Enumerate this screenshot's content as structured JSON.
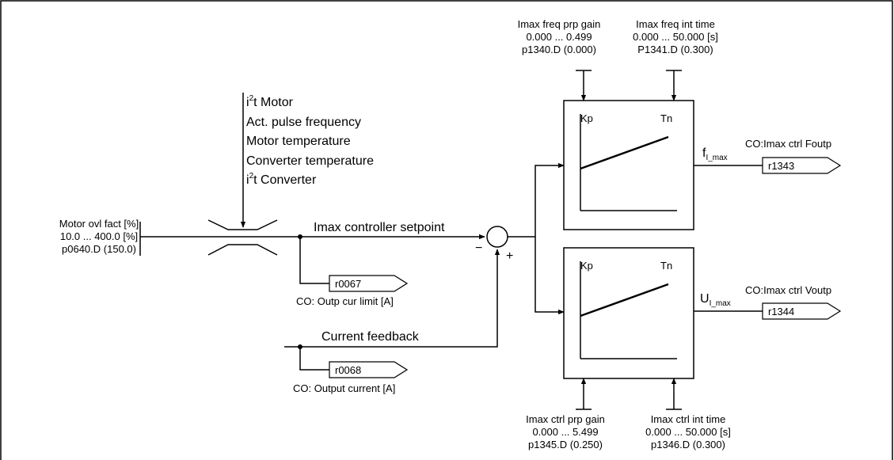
{
  "motor_ovl": {
    "label": "Motor ovl fact [%]",
    "range": "10.0 ... 400.0  [%]",
    "param": "p0640.D (150.0)"
  },
  "influences": {
    "i2t_motor_base": "i",
    "i2t_motor_sup": "2",
    "i2t_motor_rest": "t Motor",
    "pulse_frequency": "Act. pulse frequency",
    "motor_temperature": "Motor temperature",
    "converter_temperature": "Converter temperature",
    "i2t_converter_base": "i",
    "i2t_converter_sup": "2",
    "i2t_converter_rest": "t Converter"
  },
  "signals": {
    "setpoint": "Imax controller setpoint",
    "feedback": "Current feedback",
    "minus": "−",
    "plus": "+"
  },
  "connectors": {
    "r0067": {
      "id": "r0067",
      "desc": "CO: Outp cur limit [A]"
    },
    "r0068": {
      "id": "r0068",
      "desc": "CO: Output current [A]"
    },
    "r1343": {
      "id": "r1343",
      "desc": "CO:Imax ctrl Foutp"
    },
    "r1344": {
      "id": "r1344",
      "desc": "CO:Imax ctrl Voutp"
    }
  },
  "freq_controller": {
    "kp": "Kp",
    "tn": "Tn",
    "output_symbol": "f",
    "output_sub": "I_max",
    "gain": {
      "label": "Imax freq prp gain",
      "range": "0.000 ... 0.499",
      "param": "p1340.D (0.000)"
    },
    "int_time": {
      "label": "Imax freq int time",
      "range": "0.000 ... 50.000  [s]",
      "param": "P1341.D (0.300)"
    }
  },
  "volt_controller": {
    "kp": "Kp",
    "tn": "Tn",
    "output_symbol": "U",
    "output_sub": "I_max",
    "gain": {
      "label": "Imax ctrl prp gain",
      "range": "0.000 ... 5.499",
      "param": "p1345.D (0.250)"
    },
    "int_time": {
      "label": "Imax ctrl int time",
      "range": "0.000 ... 50.000  [s]",
      "param": "p1346.D (0.300)"
    }
  }
}
